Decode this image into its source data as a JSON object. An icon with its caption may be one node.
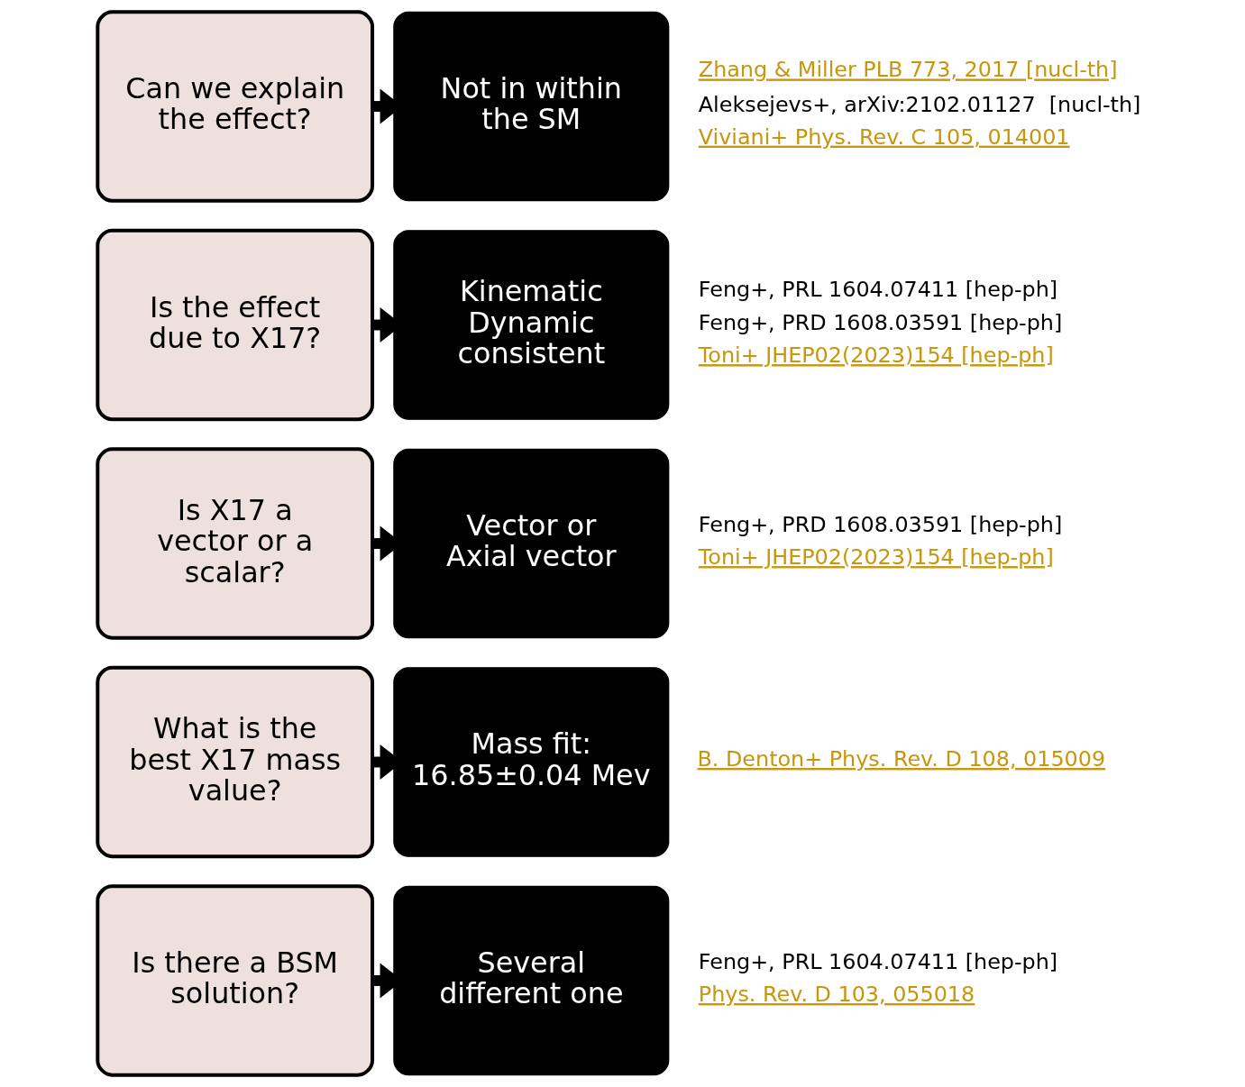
{
  "diagram": {
    "nodes": [
      {
        "text": [
          "Can we explain the effect?"
        ]
      },
      {
        "text": [
          "Not in within the SM"
        ],
        "beside": [
          "Zhang & Miller PLB 773, 2017 [nucl-th]",
          "Aleksejevs+, arXiv:2102.01127  [nucl-th]",
          "Viviani+ Phys. Rev. C 105, 014001"
        ]
      },
      {
        "text": [
          "Is the effect due to X17?"
        ]
      },
      {
        "text": [
          "Kinematic Dynamic consistent"
        ],
        "beside": [
          "Feng+, PRL 1604.07411 [hep-ph]",
          "Feng+, PRD 1608.03591 [hep-ph]",
          "Toni+ JHEP02(2023)154 [hep-ph]"
        ]
      },
      {
        "text": [
          "Is X17 a vector or a scalar?"
        ]
      },
      {
        "text": [
          "Vector or Axial vector"
        ],
        "beside": [
          "Feng+, PRD 1608.03591 [hep-ph]",
          "Toni+ JHEP02(2023)154 [hep-ph]"
        ]
      },
      {
        "text": [
          "What is the best X17 mass value?"
        ]
      },
      {
        "text": [
          "Mass fit: 16.85±0.04 Mev"
        ],
        "beside": [
          "B. Denton+ Phys. Rev. D 108, 015009"
        ]
      },
      {
        "text": [
          "Is there a BSM solution?"
        ]
      },
      {
        "text": [
          "Several different one"
        ],
        "beside": [
          "Feng+, PRL 1604.07411 [hep-ph]",
          "Phys. Rev. D 103, 055018"
        ]
      }
    ],
    "edges": [
      {
        "from": 0,
        "to": 1,
        "arrow": "to"
      },
      {
        "from": 2,
        "to": 3,
        "arrow": "to"
      },
      {
        "from": 4,
        "to": 5,
        "arrow": "to"
      },
      {
        "from": 6,
        "to": 7,
        "arrow": "to"
      },
      {
        "from": 8,
        "to": 9,
        "arrow": "to"
      }
    ]
  }
}
